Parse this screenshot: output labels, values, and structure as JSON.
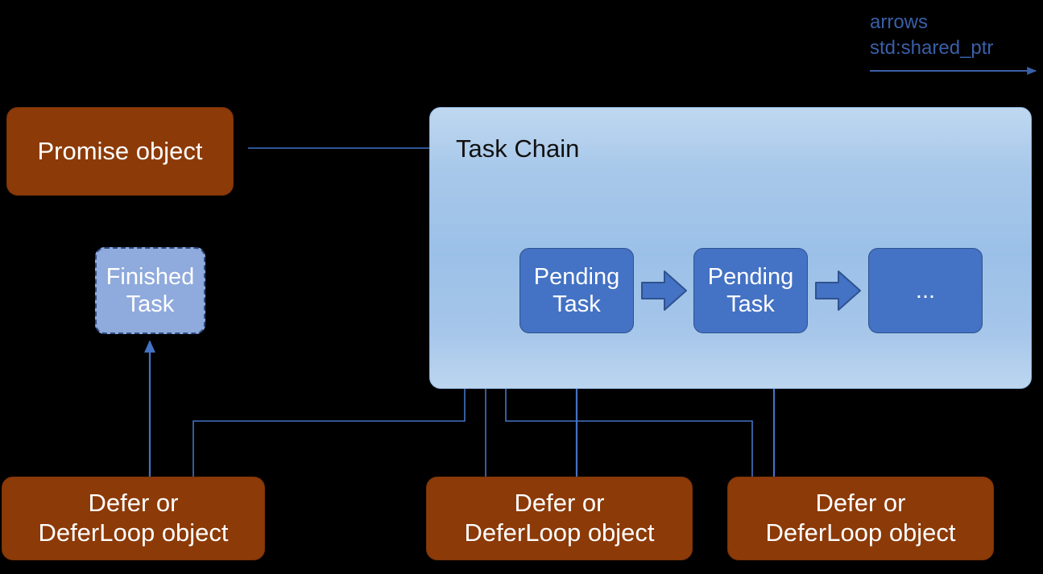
{
  "diagram": {
    "title": "Promise / Task Chain object ownership diagram",
    "background": "#000000",
    "legend": {
      "line1": "arrows",
      "line2": "std:shared_ptr",
      "color": "#3A5FA8",
      "arrow_icon": "right-arrow-icon"
    },
    "colors": {
      "brown_box": "#8C3A08",
      "panel_top": "#BFD8F0",
      "panel_mid": "#9BC0E7",
      "pending_task": "#4472C4",
      "finished_task": "#8FAADC",
      "edge": "#4472C4",
      "panel_title_text": "#111111"
    },
    "panel": {
      "title": "Task Chain"
    },
    "nodes": {
      "promise": {
        "label": "Promise object"
      },
      "finished": {
        "label": "Finished\nTask"
      },
      "pending_1": {
        "label": "Pending\nTask"
      },
      "pending_2": {
        "label": "Pending\nTask"
      },
      "ellipsis": {
        "label": "..."
      },
      "defer_1": {
        "label": "Defer or\nDeferLoop object"
      },
      "defer_2": {
        "label": "Defer or\nDeferLoop object"
      },
      "defer_3": {
        "label": "Defer or\nDeferLoop object"
      }
    },
    "edges": [
      {
        "name": "promise-to-task-chain",
        "from": "promise",
        "to": "task-chain"
      },
      {
        "name": "task-chain-to-pending-1",
        "from": "task-chain",
        "to": "pending_1"
      },
      {
        "name": "task-chain-to-pending-2",
        "from": "task-chain",
        "to": "pending_2"
      },
      {
        "name": "defer-1-to-finished-task",
        "from": "defer_1",
        "to": "finished"
      },
      {
        "name": "defer-1-to-task-chain",
        "from": "defer_1",
        "to": "task-chain"
      },
      {
        "name": "defer-2-to-task-chain",
        "from": "defer_2",
        "to": "task-chain"
      },
      {
        "name": "defer-2-to-pending-1",
        "from": "defer_2",
        "to": "pending_1"
      },
      {
        "name": "defer-3-to-task-chain",
        "from": "defer_3",
        "to": "task-chain"
      },
      {
        "name": "defer-3-to-pending-2",
        "from": "defer_3",
        "to": "pending_2"
      },
      {
        "name": "pending-1-to-pending-2",
        "from": "pending_1",
        "to": "pending_2"
      },
      {
        "name": "pending-2-to-ellipsis",
        "from": "pending_2",
        "to": "ellipsis"
      }
    ]
  }
}
